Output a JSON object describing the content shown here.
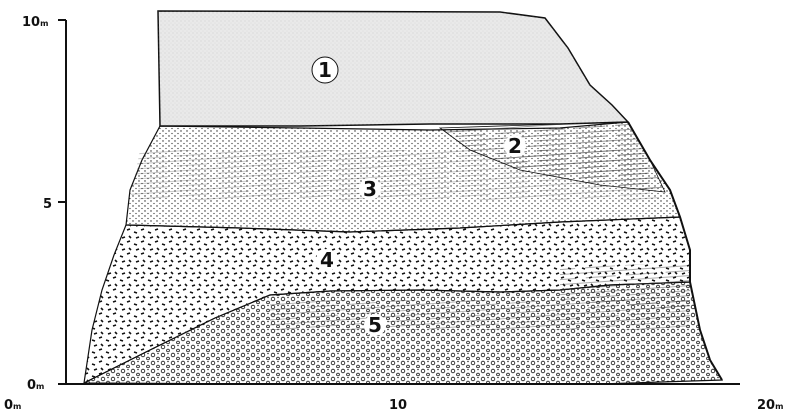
{
  "figure": {
    "y_axis": {
      "top_label": "10",
      "top_unit": "m",
      "mid_label": "5",
      "bottom_label": "0",
      "bottom_unit": "m"
    },
    "x_axis": {
      "left_label": "0",
      "left_unit": "m",
      "mid_label": "10",
      "right_label": "20",
      "right_unit": "m"
    },
    "layers": [
      {
        "id": "1",
        "label": "1"
      },
      {
        "id": "2",
        "label": "2"
      },
      {
        "id": "3",
        "label": "3"
      },
      {
        "id": "4",
        "label": "4"
      },
      {
        "id": "5",
        "label": "5"
      }
    ],
    "colors": {
      "layer1_fill": "#e9e9e9",
      "outline": "#111111"
    }
  }
}
